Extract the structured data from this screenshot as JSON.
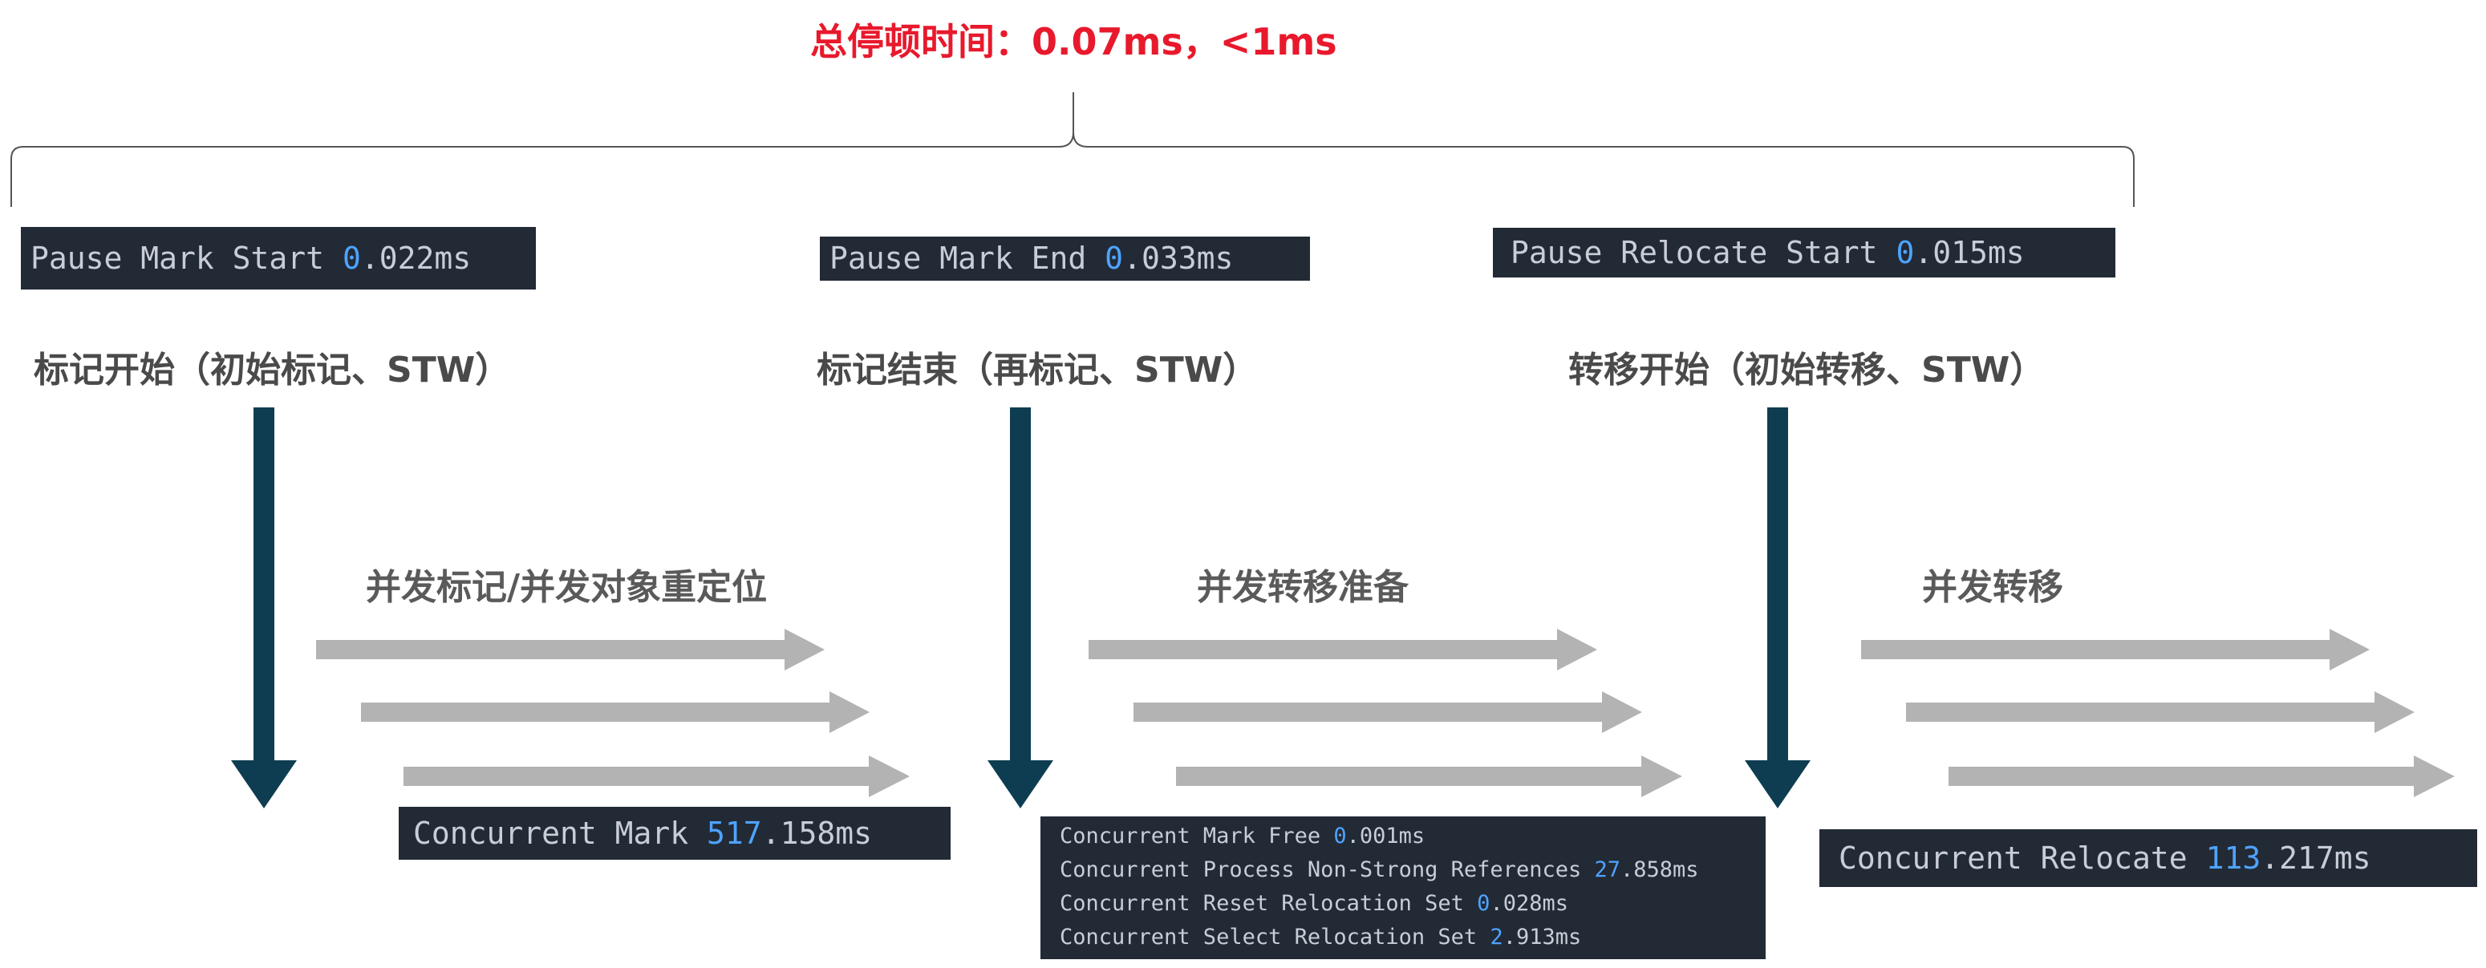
{
  "title": "总停顿时间：0.07ms，<1ms",
  "pauses": [
    {
      "label": "Pause Mark Start ",
      "hi": "0",
      "rest": ".022ms"
    },
    {
      "label": "Pause Mark End ",
      "hi": "0",
      "rest": ".033ms"
    },
    {
      "label": "Pause Relocate Start ",
      "hi": "0",
      "rest": ".015ms"
    }
  ],
  "phases": [
    "标记开始（初始标记、STW）",
    "标记结束（再标记、STW）",
    "转移开始（初始转移、STW）"
  ],
  "concurrent_phases": [
    "并发标记/并发对象重定位",
    "并发转移准备",
    "并发转移"
  ],
  "concurrent_mark": {
    "label": "Concurrent Mark ",
    "hi": "517",
    "rest": ".158ms"
  },
  "concurrent_prep": [
    {
      "label": "Concurrent Mark Free ",
      "hi": "0",
      "rest": ".001ms"
    },
    {
      "label": "Concurrent Process Non-Strong References ",
      "hi": "27",
      "rest": ".858ms"
    },
    {
      "label": "Concurrent Reset Relocation Set ",
      "hi": "0",
      "rest": ".028ms"
    },
    {
      "label": "Concurrent Select Relocation Set ",
      "hi": "2",
      "rest": ".913ms"
    }
  ],
  "concurrent_relocate": {
    "label": "Concurrent Relocate ",
    "hi": "113",
    "rest": ".217ms"
  },
  "colors": {
    "title": "#e8192c",
    "terminal_bg": "#222a35",
    "terminal_text": "#c8cdd6",
    "highlight": "#4ea3ff",
    "stw_arrow": "#0e3d52",
    "concurrent_arrow": "#b3b3b3",
    "brace": "#555555"
  }
}
